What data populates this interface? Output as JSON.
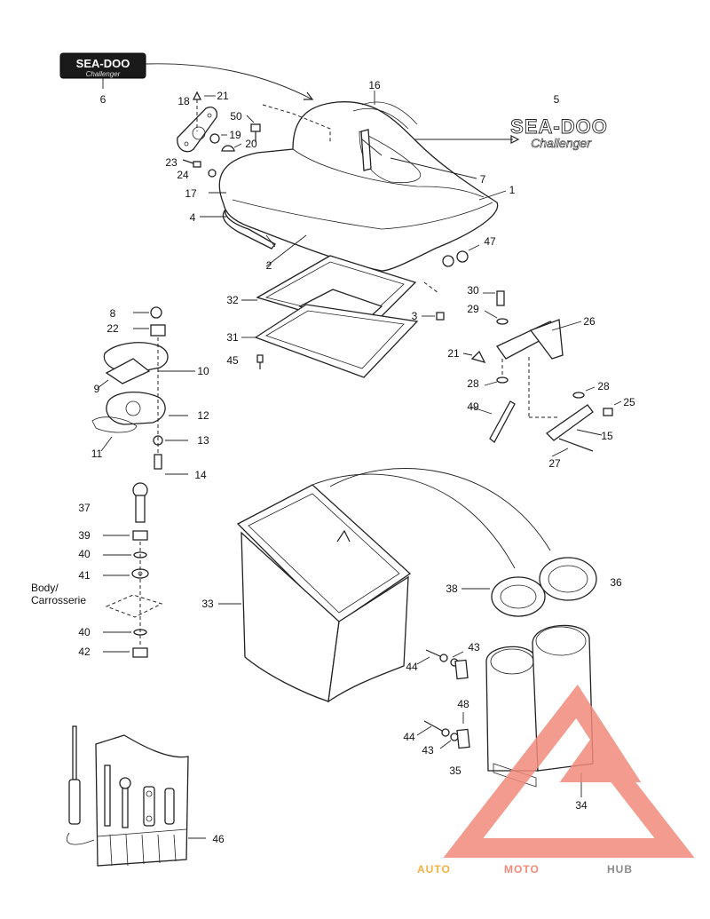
{
  "callouts": [
    {
      "id": "c1",
      "text": "1"
    },
    {
      "id": "c2",
      "text": "2"
    },
    {
      "id": "c3",
      "text": "3"
    },
    {
      "id": "c4",
      "text": "4"
    },
    {
      "id": "c5",
      "text": "5"
    },
    {
      "id": "c6",
      "text": "6"
    },
    {
      "id": "c7",
      "text": "7"
    },
    {
      "id": "c8",
      "text": "8"
    },
    {
      "id": "c9",
      "text": "9"
    },
    {
      "id": "c10",
      "text": "10"
    },
    {
      "id": "c11",
      "text": "11"
    },
    {
      "id": "c12",
      "text": "12"
    },
    {
      "id": "c13",
      "text": "13"
    },
    {
      "id": "c14",
      "text": "14"
    },
    {
      "id": "c15",
      "text": "15"
    },
    {
      "id": "c16",
      "text": "16"
    },
    {
      "id": "c17",
      "text": "17"
    },
    {
      "id": "c18",
      "text": "18"
    },
    {
      "id": "c19",
      "text": "19"
    },
    {
      "id": "c20",
      "text": "20"
    },
    {
      "id": "c21a",
      "text": "21"
    },
    {
      "id": "c21b",
      "text": "21"
    },
    {
      "id": "c22",
      "text": "22"
    },
    {
      "id": "c23",
      "text": "23"
    },
    {
      "id": "c24",
      "text": "24"
    },
    {
      "id": "c25",
      "text": "25"
    },
    {
      "id": "c26",
      "text": "26"
    },
    {
      "id": "c27",
      "text": "27"
    },
    {
      "id": "c28a",
      "text": "28"
    },
    {
      "id": "c28b",
      "text": "28"
    },
    {
      "id": "c29",
      "text": "29"
    },
    {
      "id": "c30",
      "text": "30"
    },
    {
      "id": "c31",
      "text": "31"
    },
    {
      "id": "c32",
      "text": "32"
    },
    {
      "id": "c33",
      "text": "33"
    },
    {
      "id": "c34",
      "text": "34"
    },
    {
      "id": "c35",
      "text": "35"
    },
    {
      "id": "c36",
      "text": "36"
    },
    {
      "id": "c37",
      "text": "37"
    },
    {
      "id": "c38",
      "text": "38"
    },
    {
      "id": "c39",
      "text": "39"
    },
    {
      "id": "c40a",
      "text": "40"
    },
    {
      "id": "c40b",
      "text": "40"
    },
    {
      "id": "c41",
      "text": "41"
    },
    {
      "id": "c42",
      "text": "42"
    },
    {
      "id": "c43a",
      "text": "43"
    },
    {
      "id": "c43b",
      "text": "43"
    },
    {
      "id": "c44a",
      "text": "44"
    },
    {
      "id": "c44b",
      "text": "44"
    },
    {
      "id": "c45",
      "text": "45"
    },
    {
      "id": "c46",
      "text": "46"
    },
    {
      "id": "c47",
      "text": "47"
    },
    {
      "id": "c48",
      "text": "48"
    },
    {
      "id": "c49",
      "text": "49"
    },
    {
      "id": "c50",
      "text": "50"
    }
  ],
  "body_label": {
    "line1": "Body/",
    "line2": "Carrosserie"
  },
  "decals": {
    "brand": "SEA-DOO",
    "model": "Challenger"
  },
  "watermark": {
    "part1": "AUTO",
    "part2": "MOTO",
    "part3": "HUB",
    "color1": "#f4b042",
    "color2": "#ef8b78",
    "color3": "#8c8c8c"
  }
}
